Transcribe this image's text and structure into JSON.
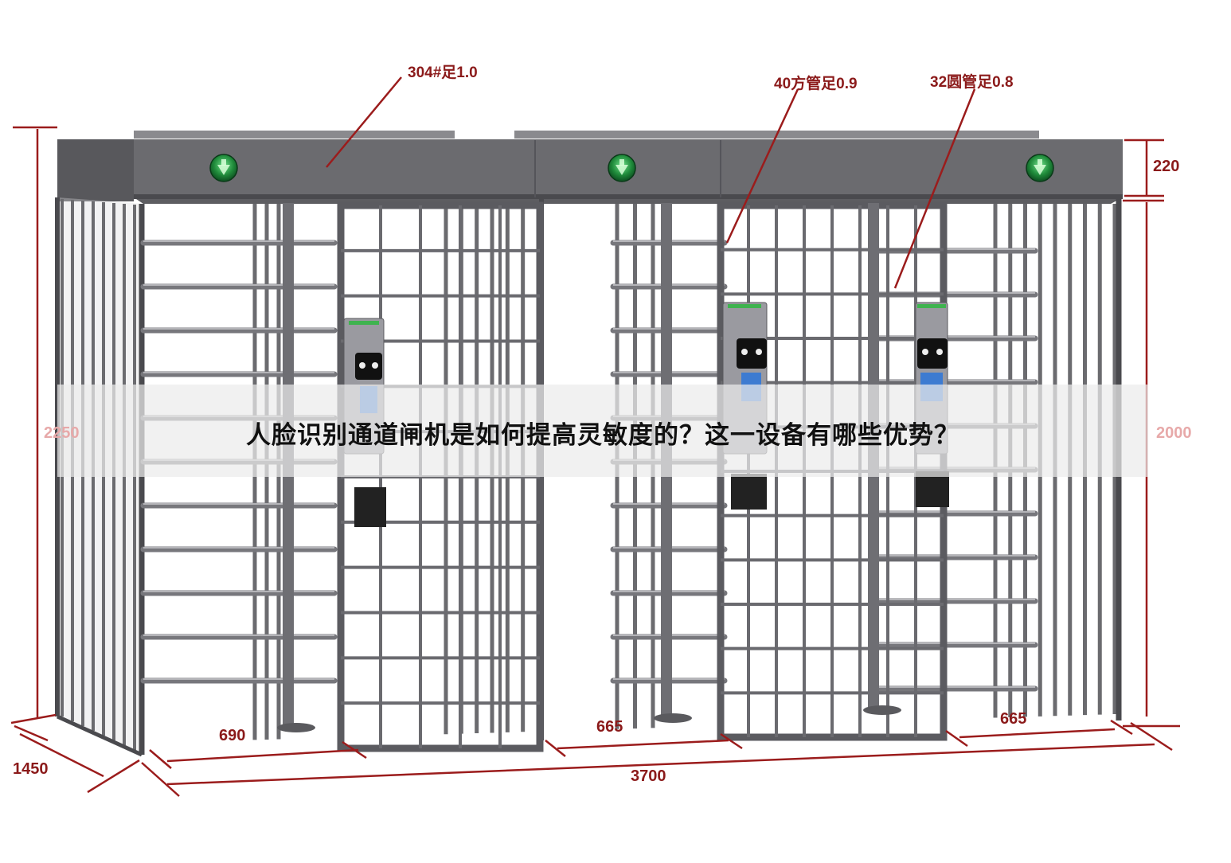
{
  "headline": "人脸识别通道闸机是如何提高灵敏度的？这一设备有哪些优势？",
  "callouts": {
    "frame_material": "304#足1.0",
    "square_tube": "40方管足0.9",
    "round_tube": "32圆管足0.8"
  },
  "dimensions": {
    "total_height": "2250",
    "top_height": "220",
    "inner_height": "2000",
    "depth": "1450",
    "lane_left": "690",
    "lane_middle": "665",
    "lane_right": "665",
    "total_width": "3700"
  },
  "colors": {
    "dimension_line": "#9b1c1c",
    "frame": "#6b6b6f",
    "frame_dark": "#4a4a4e",
    "arrow_green": "#1f8a3a"
  },
  "icons": [
    "down-arrow-signal-icon",
    "face-recognition-terminal-icon"
  ]
}
